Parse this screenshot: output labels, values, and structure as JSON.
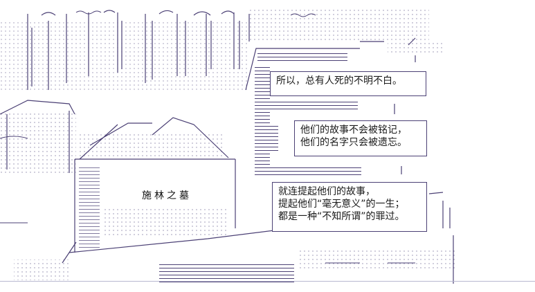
{
  "captions": [
    {
      "text": "所以，总有人死的不明不白。"
    },
    {
      "text": "他们的故事不会被铭记，\n他们的名字只会被遗忘。"
    },
    {
      "text": "就连提起他们的故事，\n提起他们“毫无意义”的一生；\n都是一种“不知所谓”的罪过。"
    }
  ],
  "tombstone": {
    "inscription": "施林之墓"
  },
  "colors": {
    "line": "#4a3f74",
    "dots": "#8a84a8",
    "text": "#1a1a1a"
  }
}
